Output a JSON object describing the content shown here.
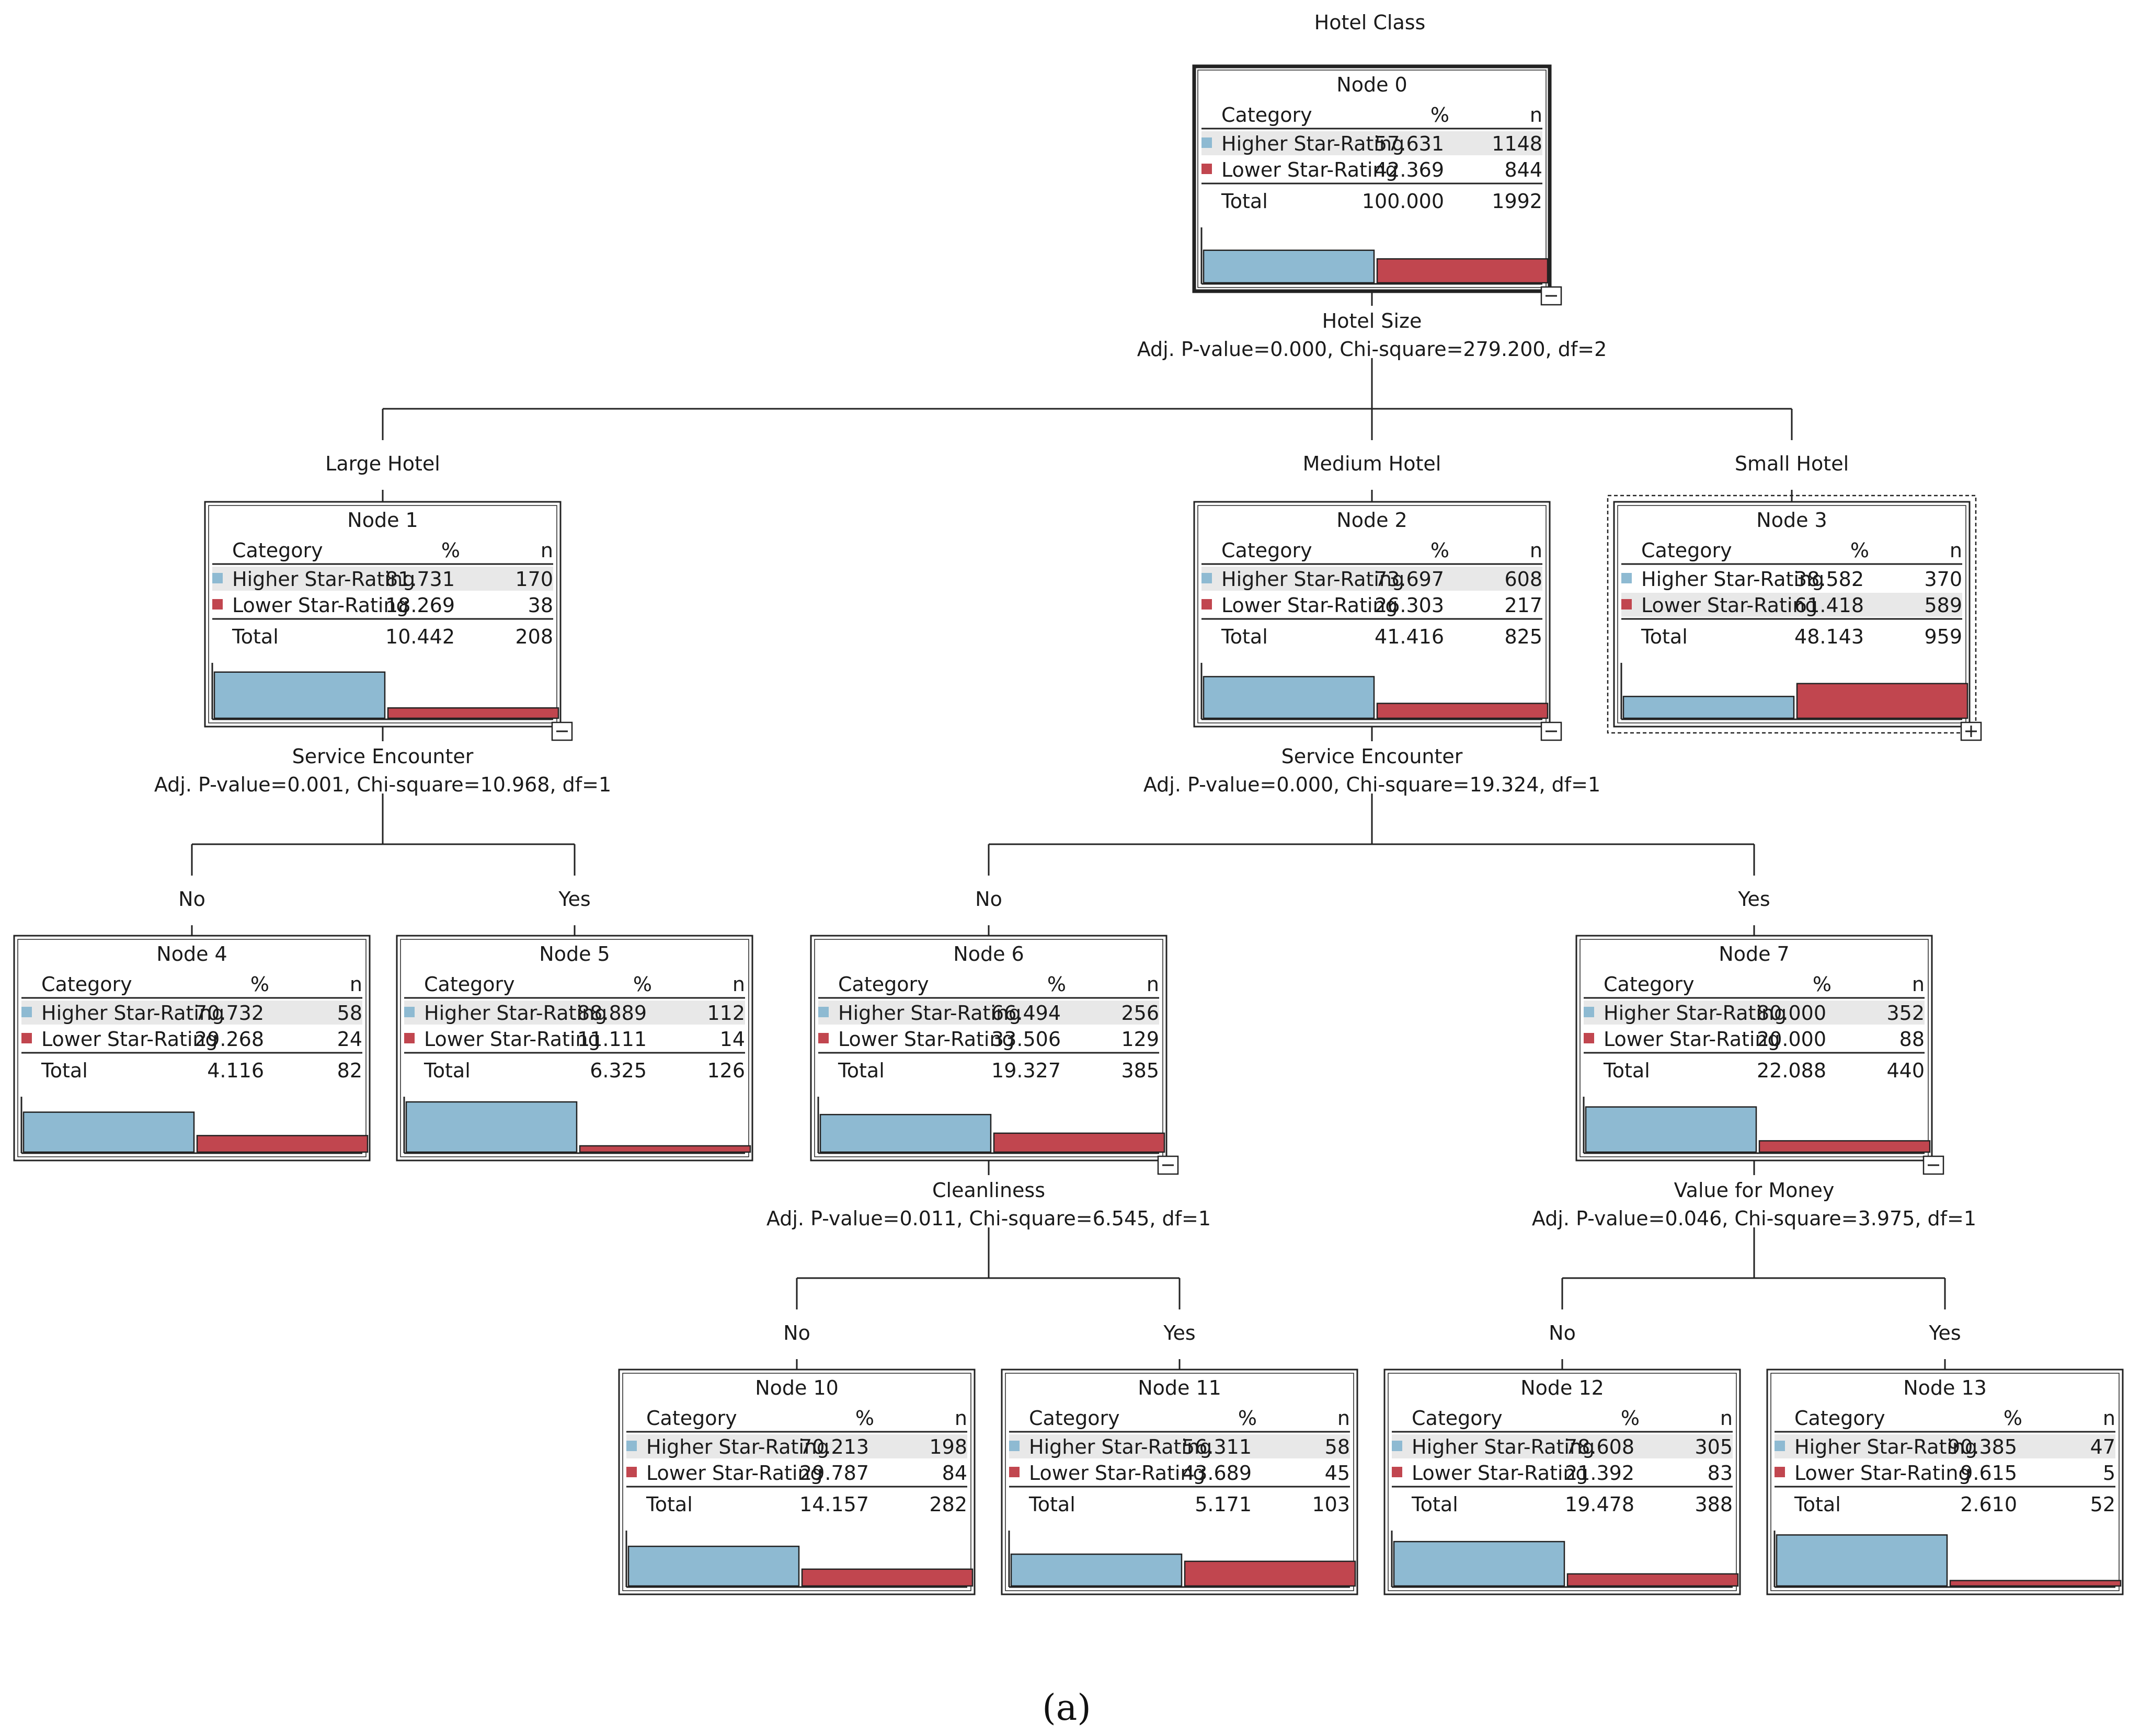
{
  "target_title": "Hotel Class",
  "headers": {
    "category": "Category",
    "percent": "%",
    "n": "n"
  },
  "legend": [
    {
      "label": "Higher Star-Rating",
      "color": "#8ebad2"
    },
    {
      "label": "Lower Star-Rating",
      "color": "#c1464f"
    }
  ],
  "total_label": "Total",
  "colors": {
    "higher": "#8ebad2",
    "lower": "#c1464f"
  },
  "toggle_icons": {
    "collapse": "minus-icon",
    "expand": "plus-icon"
  },
  "nodes": [
    {
      "id": 0,
      "title": "Node 0",
      "higher_pct": "57.631",
      "higher_n": "1148",
      "lower_pct": "42.369",
      "lower_n": "844",
      "total_pct": "100.000",
      "total_n": "1992",
      "higher_frac": 0.57631,
      "lower_frac": 0.42369,
      "highlighted_row": "higher",
      "selected": true,
      "toggle": "minus-icon"
    },
    {
      "id": 1,
      "title": "Node 1",
      "higher_pct": "81.731",
      "higher_n": "170",
      "lower_pct": "18.269",
      "lower_n": "38",
      "total_pct": "10.442",
      "total_n": "208",
      "higher_frac": 0.81731,
      "lower_frac": 0.18269,
      "highlighted_row": "higher",
      "toggle": "minus-icon"
    },
    {
      "id": 2,
      "title": "Node 2",
      "higher_pct": "73.697",
      "higher_n": "608",
      "lower_pct": "26.303",
      "lower_n": "217",
      "total_pct": "41.416",
      "total_n": "825",
      "higher_frac": 0.73697,
      "lower_frac": 0.26303,
      "highlighted_row": "higher",
      "toggle": "minus-icon"
    },
    {
      "id": 3,
      "title": "Node 3",
      "higher_pct": "38.582",
      "higher_n": "370",
      "lower_pct": "61.418",
      "lower_n": "589",
      "total_pct": "48.143",
      "total_n": "959",
      "higher_frac": 0.38582,
      "lower_frac": 0.61418,
      "highlighted_row": "lower",
      "focused": true,
      "toggle": "plus-icon"
    },
    {
      "id": 4,
      "title": "Node 4",
      "higher_pct": "70.732",
      "higher_n": "58",
      "lower_pct": "29.268",
      "lower_n": "24",
      "total_pct": "4.116",
      "total_n": "82",
      "higher_frac": 0.70732,
      "lower_frac": 0.29268,
      "highlighted_row": "higher"
    },
    {
      "id": 5,
      "title": "Node 5",
      "higher_pct": "88.889",
      "higher_n": "112",
      "lower_pct": "11.111",
      "lower_n": "14",
      "total_pct": "6.325",
      "total_n": "126",
      "higher_frac": 0.88889,
      "lower_frac": 0.11111,
      "highlighted_row": "higher"
    },
    {
      "id": 6,
      "title": "Node 6",
      "higher_pct": "66.494",
      "higher_n": "256",
      "lower_pct": "33.506",
      "lower_n": "129",
      "total_pct": "19.327",
      "total_n": "385",
      "higher_frac": 0.66494,
      "lower_frac": 0.33506,
      "highlighted_row": "higher",
      "toggle": "minus-icon"
    },
    {
      "id": 7,
      "title": "Node 7",
      "higher_pct": "80.000",
      "higher_n": "352",
      "lower_pct": "20.000",
      "lower_n": "88",
      "total_pct": "22.088",
      "total_n": "440",
      "higher_frac": 0.8,
      "lower_frac": 0.2,
      "highlighted_row": "higher",
      "toggle": "minus-icon"
    },
    {
      "id": 10,
      "title": "Node 10",
      "higher_pct": "70.213",
      "higher_n": "198",
      "lower_pct": "29.787",
      "lower_n": "84",
      "total_pct": "14.157",
      "total_n": "282",
      "higher_frac": 0.70213,
      "lower_frac": 0.29787,
      "highlighted_row": "higher"
    },
    {
      "id": 11,
      "title": "Node 11",
      "higher_pct": "56.311",
      "higher_n": "58",
      "lower_pct": "43.689",
      "lower_n": "45",
      "total_pct": "5.171",
      "total_n": "103",
      "higher_frac": 0.56311,
      "lower_frac": 0.43689,
      "highlighted_row": "higher"
    },
    {
      "id": 12,
      "title": "Node 12",
      "higher_pct": "78.608",
      "higher_n": "305",
      "lower_pct": "21.392",
      "lower_n": "83",
      "total_pct": "19.478",
      "total_n": "388",
      "higher_frac": 0.78608,
      "lower_frac": 0.21392,
      "highlighted_row": "higher"
    },
    {
      "id": 13,
      "title": "Node 13",
      "higher_pct": "90.385",
      "higher_n": "47",
      "lower_pct": "9.615",
      "lower_n": "5",
      "total_pct": "2.610",
      "total_n": "52",
      "higher_frac": 0.90385,
      "lower_frac": 0.09615,
      "highlighted_row": "higher"
    }
  ],
  "splits": [
    {
      "parent": 0,
      "variable": "Hotel Size",
      "stats": "Adj. P-value=0.000, Chi-square=279.200, df=2",
      "branches": [
        {
          "label": "Large Hotel",
          "child": 1
        },
        {
          "label": "Medium Hotel",
          "child": 2
        },
        {
          "label": "Small Hotel",
          "child": 3
        }
      ]
    },
    {
      "parent": 1,
      "variable": "Service Encounter",
      "stats": "Adj. P-value=0.001, Chi-square=10.968, df=1",
      "branches": [
        {
          "label": "No",
          "child": 4
        },
        {
          "label": "Yes",
          "child": 5
        }
      ]
    },
    {
      "parent": 2,
      "variable": "Service Encounter",
      "stats": "Adj. P-value=0.000, Chi-square=19.324, df=1",
      "branches": [
        {
          "label": "No",
          "child": 6
        },
        {
          "label": "Yes",
          "child": 7
        }
      ]
    },
    {
      "parent": 6,
      "variable": "Cleanliness",
      "stats": "Adj. P-value=0.011, Chi-square=6.545, df=1",
      "branches": [
        {
          "label": "No",
          "child": 10
        },
        {
          "label": "Yes",
          "child": 11
        }
      ]
    },
    {
      "parent": 7,
      "variable": "Value for Money",
      "stats": "Adj. P-value=0.046, Chi-square=3.975, df=1",
      "branches": [
        {
          "label": "No",
          "child": 12
        },
        {
          "label": "Yes",
          "child": 13
        }
      ]
    }
  ],
  "caption": "(a)"
}
